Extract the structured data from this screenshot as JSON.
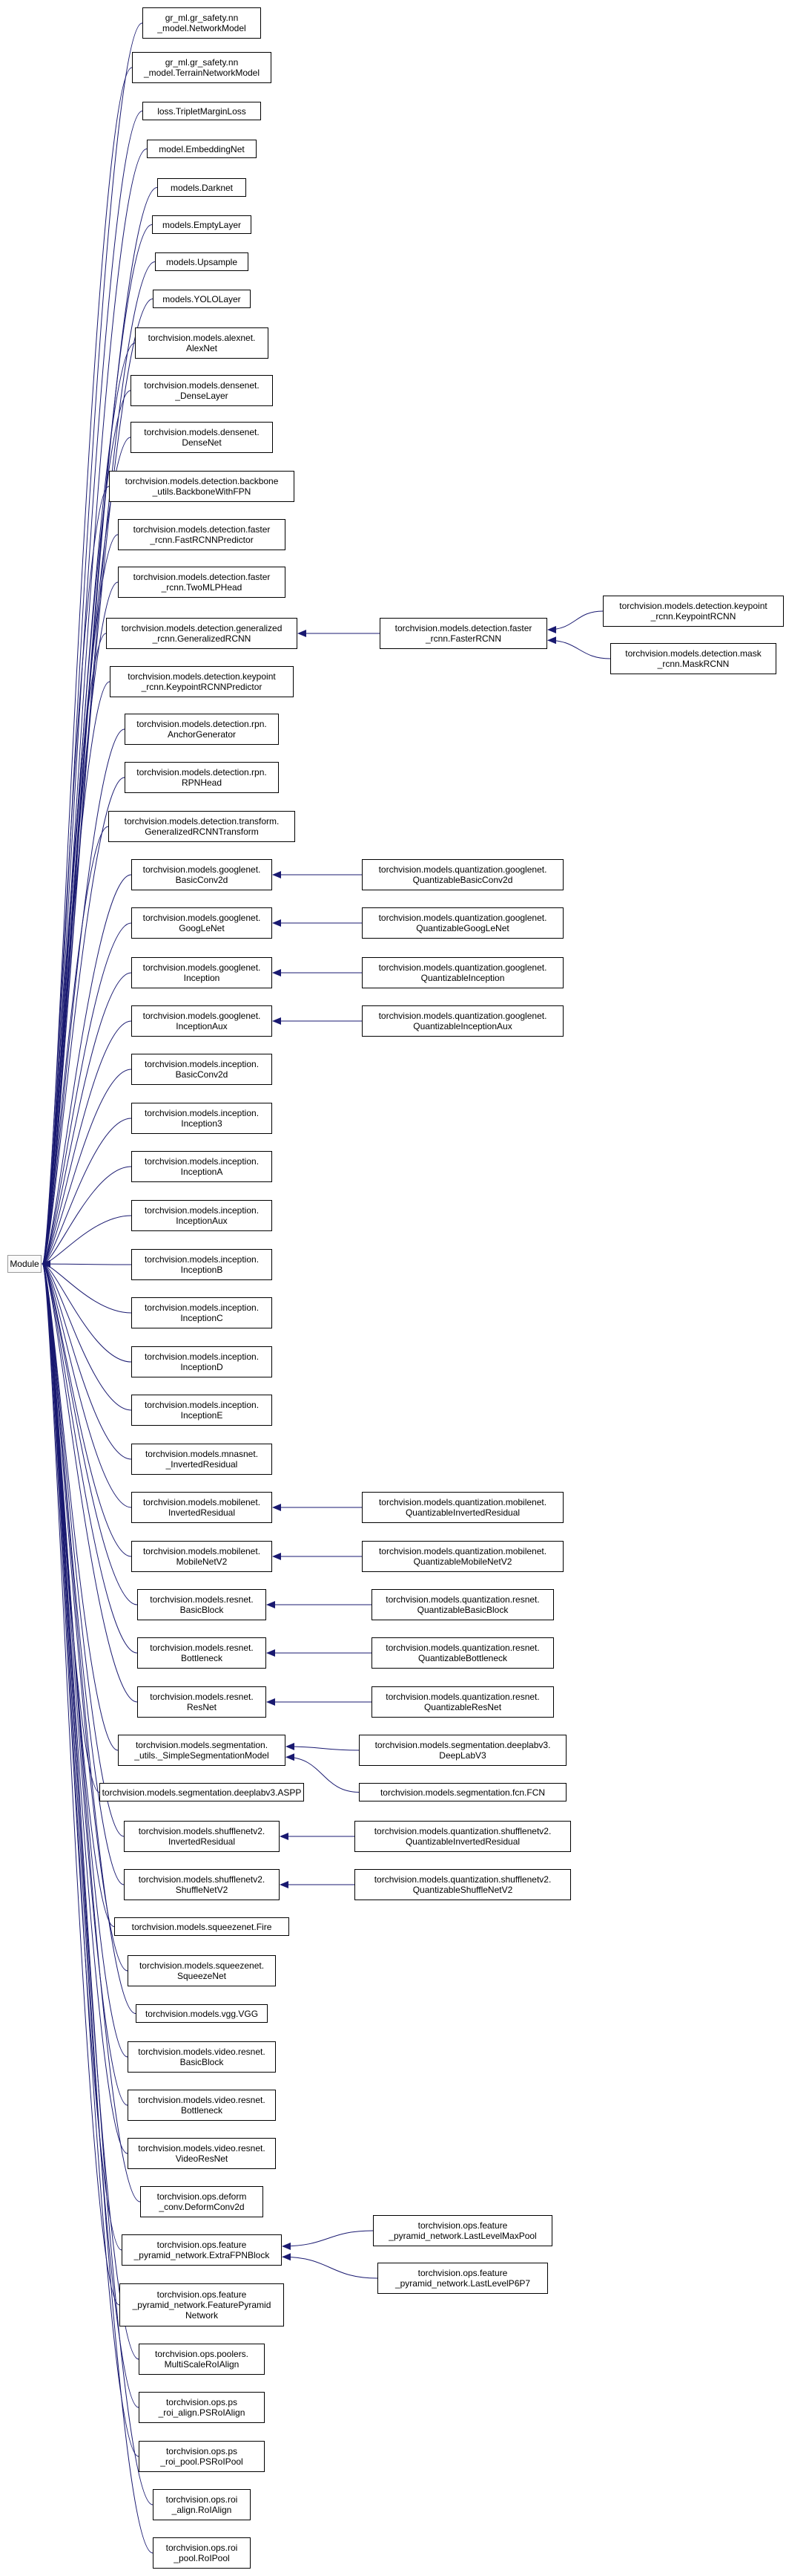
{
  "diagram": {
    "edge_color": "#191970",
    "root": {
      "id": "module",
      "lines": [
        "Module"
      ]
    },
    "nodes": [
      {
        "id": "n1",
        "lines": [
          "gr_ml.gr_safety.nn",
          "_model.NetworkModel"
        ]
      },
      {
        "id": "n2",
        "lines": [
          "gr_ml.gr_safety.nn",
          "_model.TerrainNetworkModel"
        ]
      },
      {
        "id": "n3",
        "lines": [
          "loss.TripletMarginLoss"
        ]
      },
      {
        "id": "n4",
        "lines": [
          "model.EmbeddingNet"
        ]
      },
      {
        "id": "n5",
        "lines": [
          "models.Darknet"
        ]
      },
      {
        "id": "n6",
        "lines": [
          "models.EmptyLayer"
        ]
      },
      {
        "id": "n7",
        "lines": [
          "models.Upsample"
        ]
      },
      {
        "id": "n8",
        "lines": [
          "models.YOLOLayer"
        ]
      },
      {
        "id": "n9",
        "lines": [
          "torchvision.models.alexnet.",
          "AlexNet"
        ]
      },
      {
        "id": "n10",
        "lines": [
          "torchvision.models.densenet.",
          "_DenseLayer"
        ]
      },
      {
        "id": "n11",
        "lines": [
          "torchvision.models.densenet.",
          "DenseNet"
        ]
      },
      {
        "id": "n12",
        "lines": [
          "torchvision.models.detection.backbone",
          "_utils.BackboneWithFPN"
        ]
      },
      {
        "id": "n13",
        "lines": [
          "torchvision.models.detection.faster",
          "_rcnn.FastRCNNPredictor"
        ]
      },
      {
        "id": "n14",
        "lines": [
          "torchvision.models.detection.faster",
          "_rcnn.TwoMLPHead"
        ]
      },
      {
        "id": "n15",
        "lines": [
          "torchvision.models.detection.generalized",
          "_rcnn.GeneralizedRCNN"
        ]
      },
      {
        "id": "n16",
        "lines": [
          "torchvision.models.detection.keypoint",
          "_rcnn.KeypointRCNNPredictor"
        ]
      },
      {
        "id": "n17",
        "lines": [
          "torchvision.models.detection.rpn.",
          "AnchorGenerator"
        ]
      },
      {
        "id": "n18",
        "lines": [
          "torchvision.models.detection.rpn.",
          "RPNHead"
        ]
      },
      {
        "id": "n19",
        "lines": [
          "torchvision.models.detection.transform.",
          "GeneralizedRCNNTransform"
        ]
      },
      {
        "id": "n20",
        "lines": [
          "torchvision.models.googlenet.",
          "BasicConv2d"
        ]
      },
      {
        "id": "n21",
        "lines": [
          "torchvision.models.googlenet.",
          "GoogLeNet"
        ]
      },
      {
        "id": "n22",
        "lines": [
          "torchvision.models.googlenet.",
          "Inception"
        ]
      },
      {
        "id": "n23",
        "lines": [
          "torchvision.models.googlenet.",
          "InceptionAux"
        ]
      },
      {
        "id": "n24",
        "lines": [
          "torchvision.models.inception.",
          "BasicConv2d"
        ]
      },
      {
        "id": "n25",
        "lines": [
          "torchvision.models.inception.",
          "Inception3"
        ]
      },
      {
        "id": "n26",
        "lines": [
          "torchvision.models.inception.",
          "InceptionA"
        ]
      },
      {
        "id": "n27",
        "lines": [
          "torchvision.models.inception.",
          "InceptionAux"
        ]
      },
      {
        "id": "n28",
        "lines": [
          "torchvision.models.inception.",
          "InceptionB"
        ]
      },
      {
        "id": "n29",
        "lines": [
          "torchvision.models.inception.",
          "InceptionC"
        ]
      },
      {
        "id": "n30",
        "lines": [
          "torchvision.models.inception.",
          "InceptionD"
        ]
      },
      {
        "id": "n31",
        "lines": [
          "torchvision.models.inception.",
          "InceptionE"
        ]
      },
      {
        "id": "n32",
        "lines": [
          "torchvision.models.mnasnet.",
          "_InvertedResidual"
        ]
      },
      {
        "id": "n33",
        "lines": [
          "torchvision.models.mobilenet.",
          "InvertedResidual"
        ]
      },
      {
        "id": "n34",
        "lines": [
          "torchvision.models.mobilenet.",
          "MobileNetV2"
        ]
      },
      {
        "id": "n35",
        "lines": [
          "torchvision.models.resnet.",
          "BasicBlock"
        ]
      },
      {
        "id": "n36",
        "lines": [
          "torchvision.models.resnet.",
          "Bottleneck"
        ]
      },
      {
        "id": "n37",
        "lines": [
          "torchvision.models.resnet.",
          "ResNet"
        ]
      },
      {
        "id": "n38",
        "lines": [
          "torchvision.models.segmentation.",
          "_utils._SimpleSegmentationModel"
        ]
      },
      {
        "id": "n39",
        "lines": [
          "torchvision.models.segmentation.deeplabv3.ASPP"
        ]
      },
      {
        "id": "n40",
        "lines": [
          "torchvision.models.shufflenetv2.",
          "InvertedResidual"
        ]
      },
      {
        "id": "n41",
        "lines": [
          "torchvision.models.shufflenetv2.",
          "ShuffleNetV2"
        ]
      },
      {
        "id": "n42",
        "lines": [
          "torchvision.models.squeezenet.Fire"
        ]
      },
      {
        "id": "n43",
        "lines": [
          "torchvision.models.squeezenet.",
          "SqueezeNet"
        ]
      },
      {
        "id": "n44",
        "lines": [
          "torchvision.models.vgg.VGG"
        ]
      },
      {
        "id": "n45",
        "lines": [
          "torchvision.models.video.resnet.",
          "BasicBlock"
        ]
      },
      {
        "id": "n46",
        "lines": [
          "torchvision.models.video.resnet.",
          "Bottleneck"
        ]
      },
      {
        "id": "n47",
        "lines": [
          "torchvision.models.video.resnet.",
          "VideoResNet"
        ]
      },
      {
        "id": "n48",
        "lines": [
          "torchvision.ops.deform",
          "_conv.DeformConv2d"
        ]
      },
      {
        "id": "n49",
        "lines": [
          "torchvision.ops.feature",
          "_pyramid_network.ExtraFPNBlock"
        ]
      },
      {
        "id": "n50",
        "lines": [
          "torchvision.ops.feature",
          "_pyramid_network.FeaturePyramid",
          "Network"
        ]
      },
      {
        "id": "n51",
        "lines": [
          "torchvision.ops.poolers.",
          "MultiScaleRoIAlign"
        ]
      },
      {
        "id": "n52",
        "lines": [
          "torchvision.ops.ps",
          "_roi_align.PSRoIAlign"
        ]
      },
      {
        "id": "n53",
        "lines": [
          "torchvision.ops.ps",
          "_roi_pool.PSRoIPool"
        ]
      },
      {
        "id": "n54",
        "lines": [
          "torchvision.ops.roi",
          "_align.RoIAlign"
        ]
      },
      {
        "id": "n55",
        "lines": [
          "torchvision.ops.roi",
          "_pool.RoIPool"
        ]
      }
    ],
    "children": [
      {
        "id": "c1",
        "parent": "n15",
        "lines": [
          "torchvision.models.detection.faster",
          "_rcnn.FasterRCNN"
        ]
      },
      {
        "id": "c2",
        "parent": "c1",
        "lines": [
          "torchvision.models.detection.keypoint",
          "_rcnn.KeypointRCNN"
        ]
      },
      {
        "id": "c3",
        "parent": "c1",
        "lines": [
          "torchvision.models.detection.mask",
          "_rcnn.MaskRCNN"
        ]
      },
      {
        "id": "c4",
        "parent": "n20",
        "lines": [
          "torchvision.models.quantization.googlenet.",
          "QuantizableBasicConv2d"
        ]
      },
      {
        "id": "c5",
        "parent": "n21",
        "lines": [
          "torchvision.models.quantization.googlenet.",
          "QuantizableGoogLeNet"
        ]
      },
      {
        "id": "c6",
        "parent": "n22",
        "lines": [
          "torchvision.models.quantization.googlenet.",
          "QuantizableInception"
        ]
      },
      {
        "id": "c7",
        "parent": "n23",
        "lines": [
          "torchvision.models.quantization.googlenet.",
          "QuantizableInceptionAux"
        ]
      },
      {
        "id": "c8",
        "parent": "n33",
        "lines": [
          "torchvision.models.quantization.mobilenet.",
          "QuantizableInvertedResidual"
        ]
      },
      {
        "id": "c9",
        "parent": "n34",
        "lines": [
          "torchvision.models.quantization.mobilenet.",
          "QuantizableMobileNetV2"
        ]
      },
      {
        "id": "c10",
        "parent": "n35",
        "lines": [
          "torchvision.models.quantization.resnet.",
          "QuantizableBasicBlock"
        ]
      },
      {
        "id": "c11",
        "parent": "n36",
        "lines": [
          "torchvision.models.quantization.resnet.",
          "QuantizableBottleneck"
        ]
      },
      {
        "id": "c12",
        "parent": "n37",
        "lines": [
          "torchvision.models.quantization.resnet.",
          "QuantizableResNet"
        ]
      },
      {
        "id": "c13",
        "parent": "n38",
        "lines": [
          "torchvision.models.segmentation.deeplabv3.",
          "DeepLabV3"
        ]
      },
      {
        "id": "c14",
        "parent": "n38",
        "lines": [
          "torchvision.models.segmentation.fcn.FCN"
        ]
      },
      {
        "id": "c15",
        "parent": "n40",
        "lines": [
          "torchvision.models.quantization.shufflenetv2.",
          "QuantizableInvertedResidual"
        ]
      },
      {
        "id": "c16",
        "parent": "n41",
        "lines": [
          "torchvision.models.quantization.shufflenetv2.",
          "QuantizableShuffleNetV2"
        ]
      },
      {
        "id": "c17",
        "parent": "n49",
        "lines": [
          "torchvision.ops.feature",
          "_pyramid_network.LastLevelMaxPool"
        ]
      },
      {
        "id": "c18",
        "parent": "n49",
        "lines": [
          "torchvision.ops.feature",
          "_pyramid_network.LastLevelP6P7"
        ]
      }
    ]
  }
}
